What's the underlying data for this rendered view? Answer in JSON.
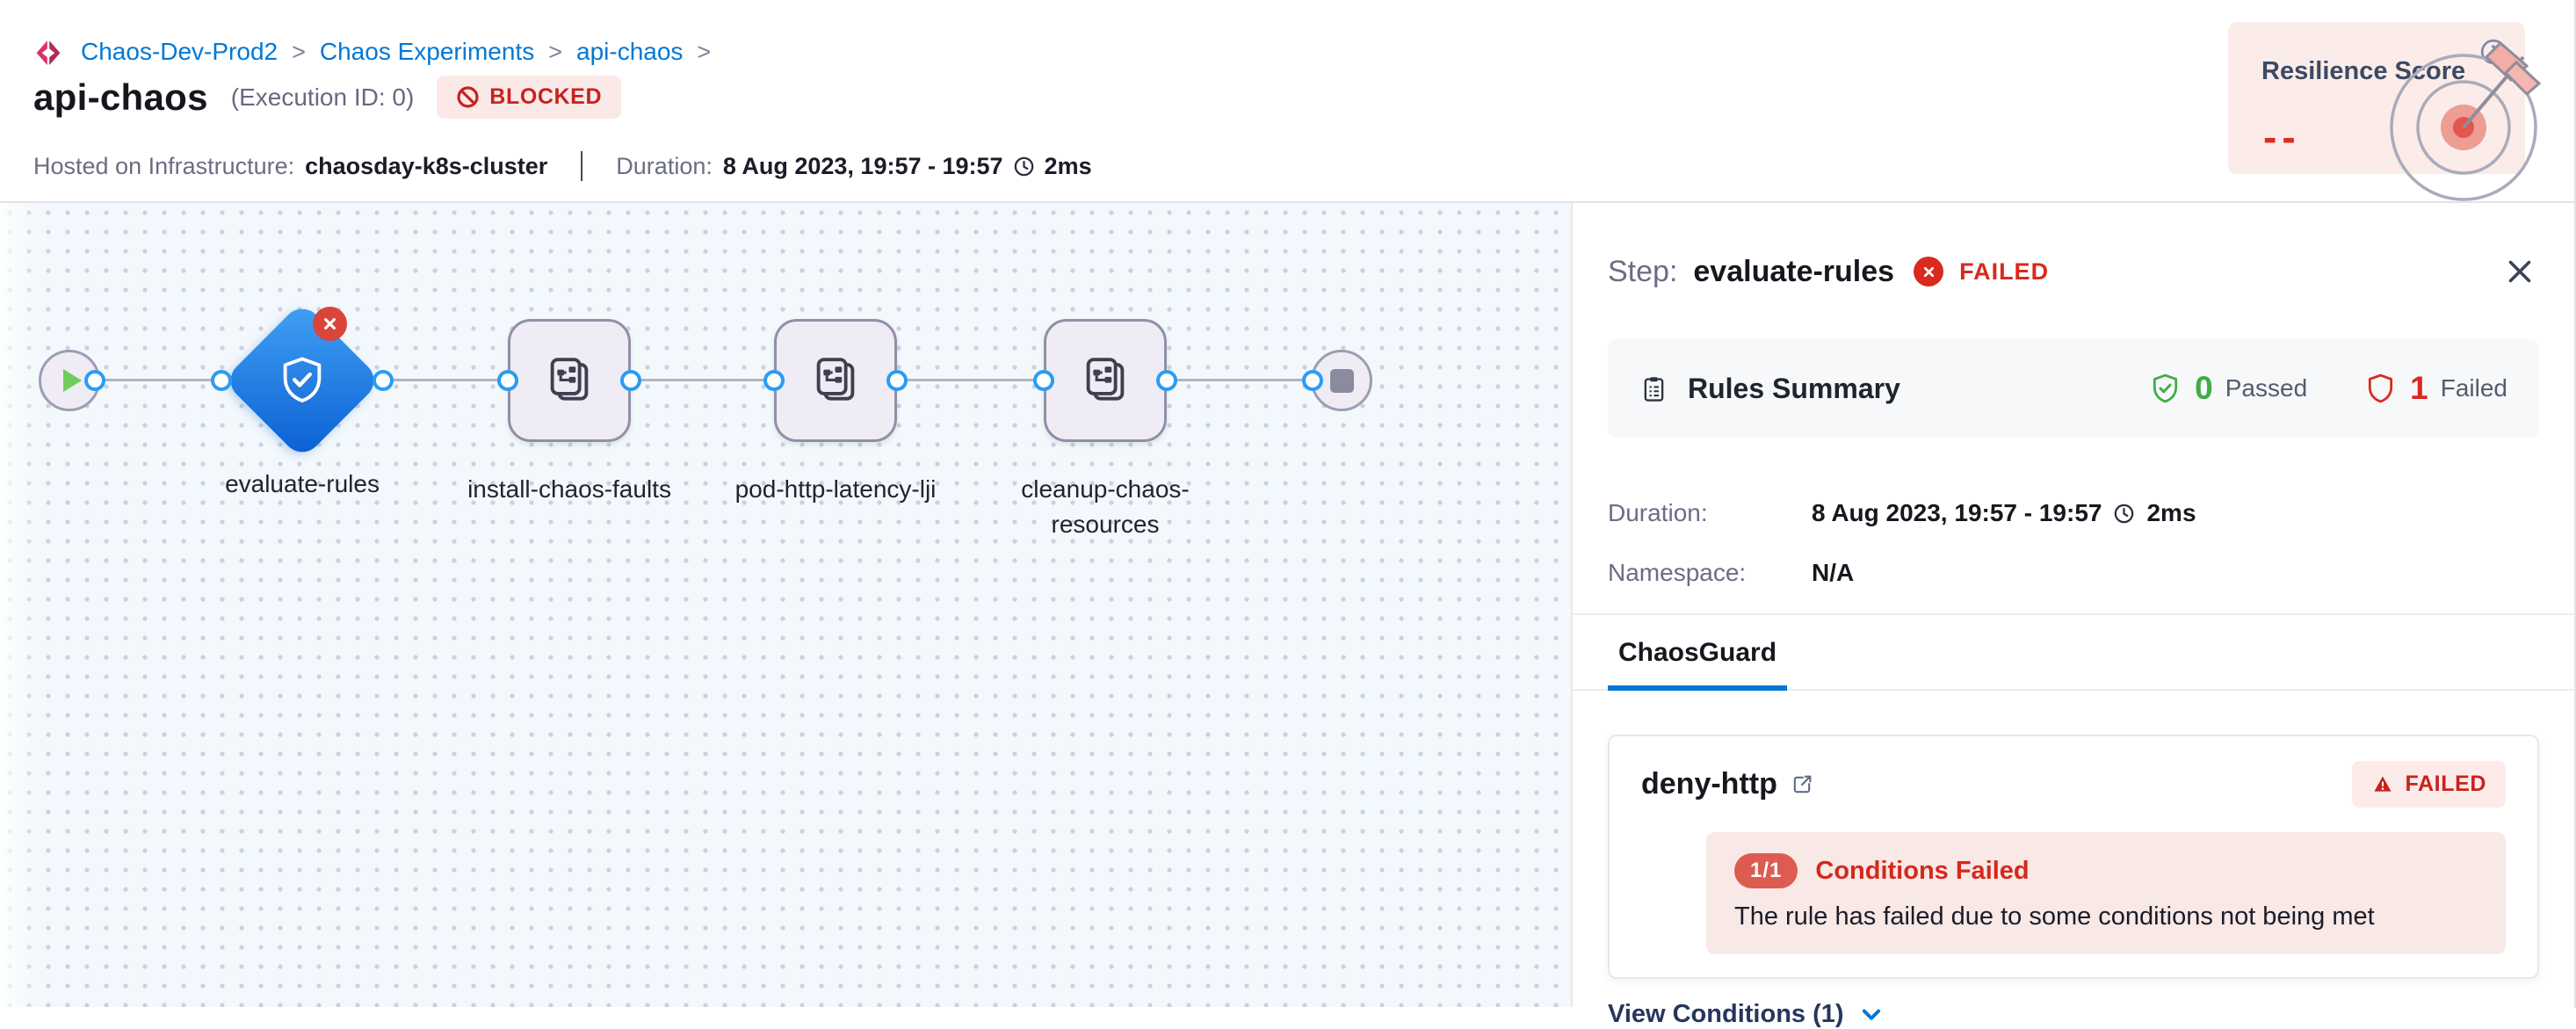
{
  "app": {
    "accent_color": "#0278d5",
    "danger_color": "#da291d",
    "success_color": "#42ab45"
  },
  "header": {
    "breadcrumb": {
      "items": [
        "Chaos-Dev-Prod2",
        "Chaos Experiments",
        "api-chaos"
      ],
      "separator": ">"
    },
    "title": "api-chaos",
    "execution_id": "(Execution ID: 0)",
    "status_badge": "BLOCKED",
    "infra_label": "Hosted on Infrastructure:",
    "infra_value": "chaosday-k8s-cluster",
    "duration_label": "Duration:",
    "duration_value": "8 Aug 2023, 19:57 - 19:57",
    "duration_elapsed": "2ms",
    "resilience": {
      "title": "Resilience Score",
      "value": "--"
    }
  },
  "pipeline": {
    "nodes": [
      {
        "label": "evaluate-rules",
        "status": "FAILED"
      },
      {
        "label": "install-chaos-faults"
      },
      {
        "label": "pod-http-latency-lji"
      },
      {
        "label": "cleanup-chaos-resources"
      }
    ]
  },
  "panel": {
    "step_label": "Step:",
    "step_name": "evaluate-rules",
    "step_status": "FAILED",
    "rules_summary": {
      "title": "Rules Summary",
      "passed_count": "0",
      "passed_label": "Passed",
      "failed_count": "1",
      "failed_label": "Failed"
    },
    "duration_label": "Duration:",
    "duration_value": "8 Aug 2023, 19:57 - 19:57",
    "duration_elapsed": "2ms",
    "namespace_label": "Namespace:",
    "namespace_value": "N/A",
    "tab_label": "ChaosGuard",
    "rule_card": {
      "name": "deny-http",
      "status": "FAILED",
      "conditions_count": "1/1",
      "conditions_title": "Conditions Failed",
      "conditions_message": "The rule has failed due to some conditions not being met",
      "view_conditions_label": "View Conditions (1)"
    }
  }
}
